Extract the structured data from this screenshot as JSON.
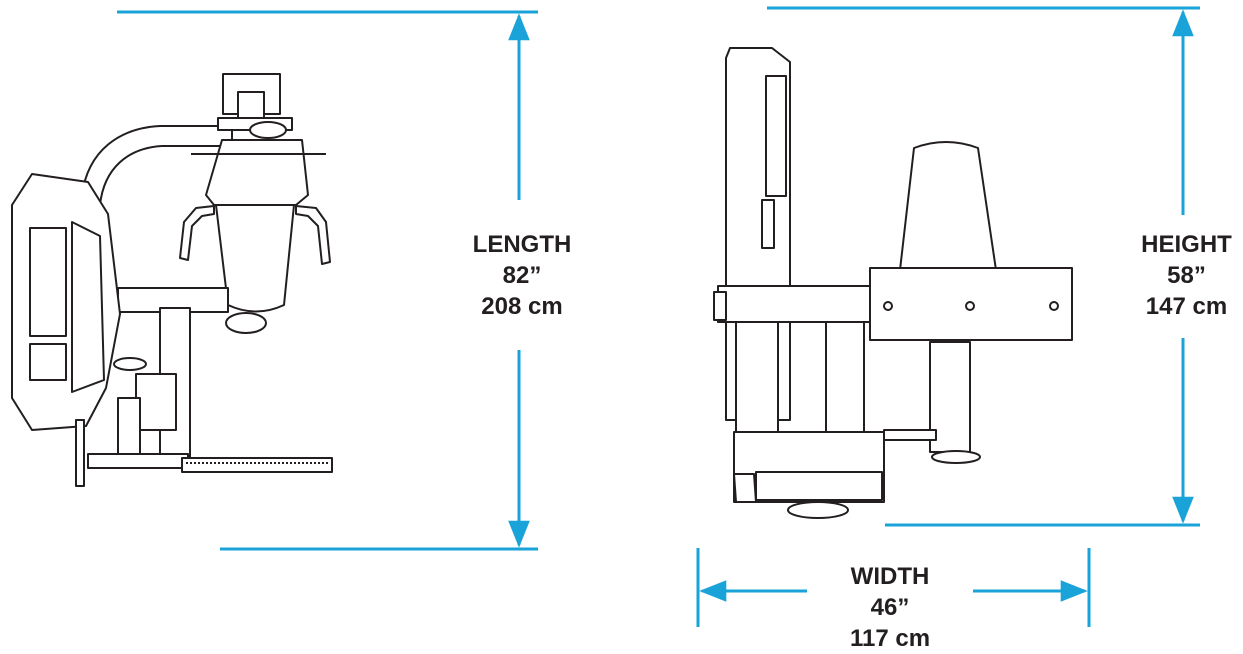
{
  "dimensions": {
    "length": {
      "name": "LENGTH",
      "imperial": "82”",
      "metric": "208 cm"
    },
    "height": {
      "name": "HEIGHT",
      "imperial": "58”",
      "metric": "147 cm"
    },
    "width": {
      "name": "WIDTH",
      "imperial": "46”",
      "metric": "117 cm"
    }
  },
  "colors": {
    "dimension_line": "#1aa3d9",
    "drawing_ink": "#231f20",
    "background": "#ffffff"
  }
}
